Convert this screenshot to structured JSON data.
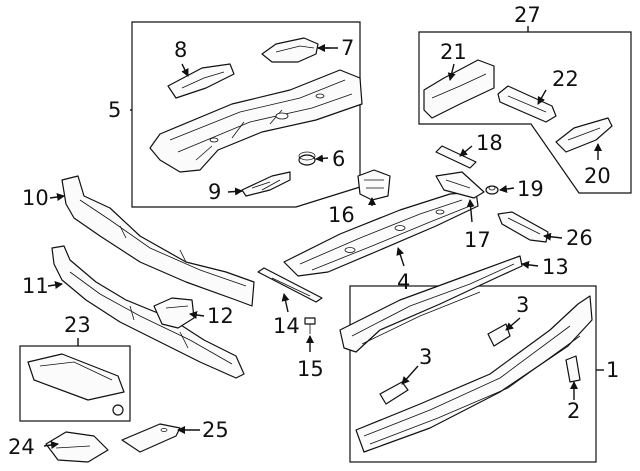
{
  "callouts": {
    "c1": "1",
    "c2": "2",
    "c3a": "3",
    "c3b": "3",
    "c4": "4",
    "c5": "5",
    "c6": "6",
    "c7": "7",
    "c8": "8",
    "c9": "9",
    "c10": "10",
    "c11": "11",
    "c12": "12",
    "c13": "13",
    "c14": "14",
    "c15": "15",
    "c16": "16",
    "c17": "17",
    "c18": "18",
    "c19": "19",
    "c20": "20",
    "c21": "21",
    "c22": "22",
    "c23": "23",
    "c24": "24",
    "c25": "25",
    "c26": "26",
    "c27": "27"
  },
  "colors": {
    "line": "#111111",
    "part_fill": "#fbfbfb",
    "background": "#ffffff"
  }
}
